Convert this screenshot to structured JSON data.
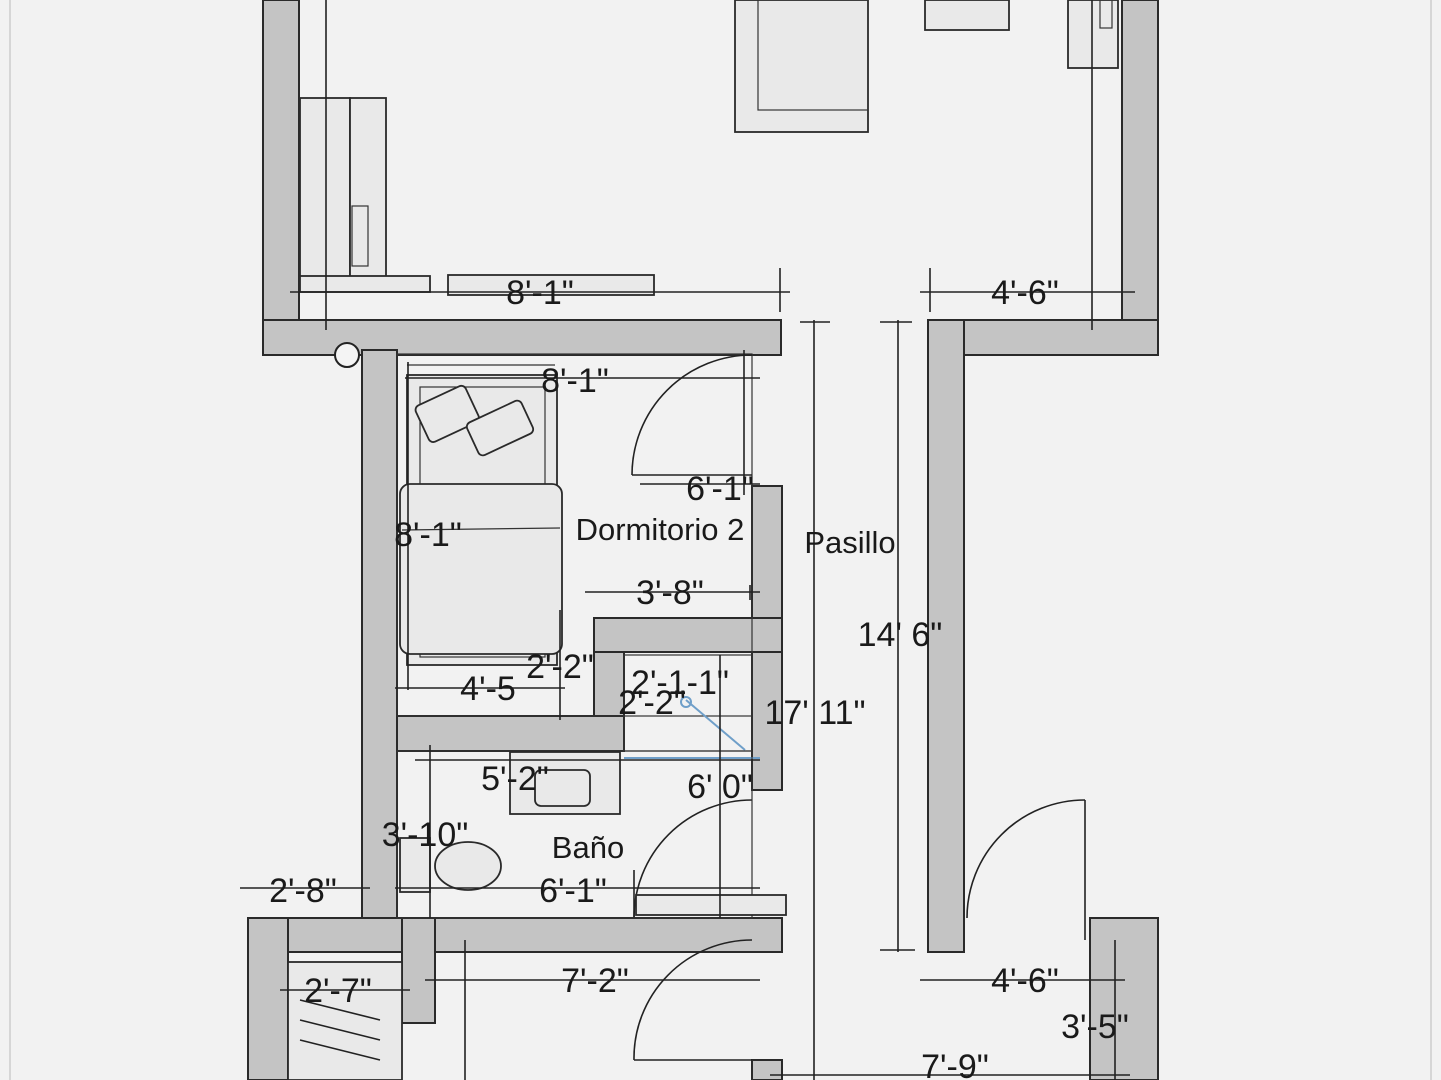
{
  "rooms": {
    "bedroom2": "Dormitorio 2",
    "hallway": "Pasillo",
    "bathroom": "Baño"
  },
  "dimensions": {
    "top_room_width": "8'-1\"",
    "top_right_width": "4'-6\"",
    "bed2_width": "8'-1\"",
    "bed2_depth": "8'-1\"",
    "bed2_door_side": "6'-1\"",
    "bed2_inner": "3'-8\"",
    "bed2_lower": "4'-5",
    "bed2_small": "2'-2\"",
    "closet_width": "2'-1-1\"",
    "closet_depth": "2'-2\"",
    "hall_total": "17' 11\"",
    "hall_length": "14' 6\"",
    "bath_vanity": "5'-2\"",
    "bath_inner": "6' 0\"",
    "bath_depth": "3'-10\"",
    "bath_width": "6'-1\"",
    "left_ext": "2'-8\"",
    "lower_width": "7'-2\"",
    "lower_right": "4'-6\"",
    "lower_right_depth": "3'-5\"",
    "lower_small": "2'-7\"",
    "bottom_width": "7'-9\""
  }
}
